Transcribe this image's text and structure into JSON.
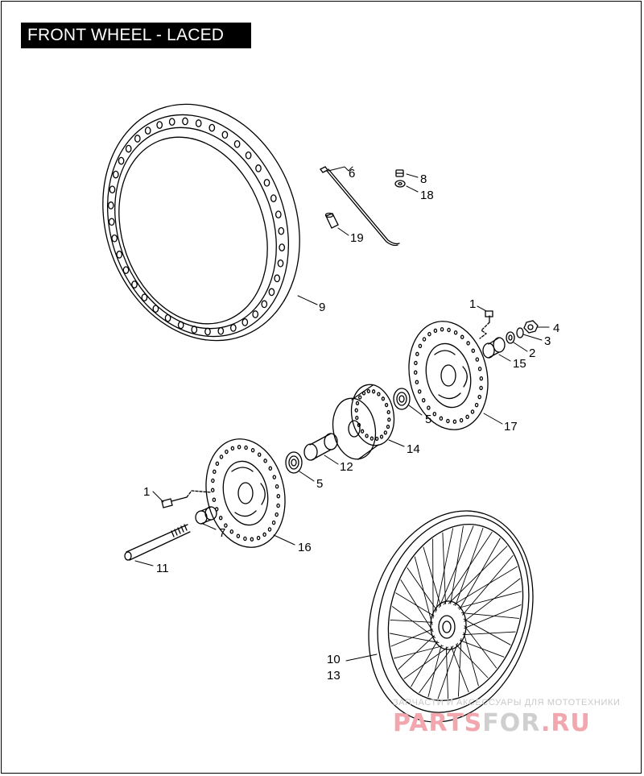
{
  "title": "FRONT WHEEL - LACED",
  "callouts": [
    {
      "id": "c6",
      "text": "6"
    },
    {
      "id": "c8",
      "text": "8"
    },
    {
      "id": "c18",
      "text": "18"
    },
    {
      "id": "c19",
      "text": "19"
    },
    {
      "id": "c9",
      "text": "9"
    },
    {
      "id": "c1a",
      "text": "1"
    },
    {
      "id": "c4",
      "text": "4"
    },
    {
      "id": "c3",
      "text": "3"
    },
    {
      "id": "c2",
      "text": "2"
    },
    {
      "id": "c15",
      "text": "15"
    },
    {
      "id": "c5a",
      "text": "5"
    },
    {
      "id": "c17",
      "text": "17"
    },
    {
      "id": "c14",
      "text": "14"
    },
    {
      "id": "c12",
      "text": "12"
    },
    {
      "id": "c5b",
      "text": "5"
    },
    {
      "id": "c1b",
      "text": "1"
    },
    {
      "id": "c7",
      "text": "7"
    },
    {
      "id": "c16",
      "text": "16"
    },
    {
      "id": "c11",
      "text": "11"
    },
    {
      "id": "c10",
      "text": "10"
    },
    {
      "id": "c13",
      "text": "13"
    }
  ],
  "watermark": {
    "tagline": "ЗАПЧАСТИ И АКСЕССУАРЫ ДЛЯ МОТОТЕХНИКИ",
    "logo_main": "PARTS",
    "logo_mid": "FOR",
    "logo_end": ".RU"
  }
}
